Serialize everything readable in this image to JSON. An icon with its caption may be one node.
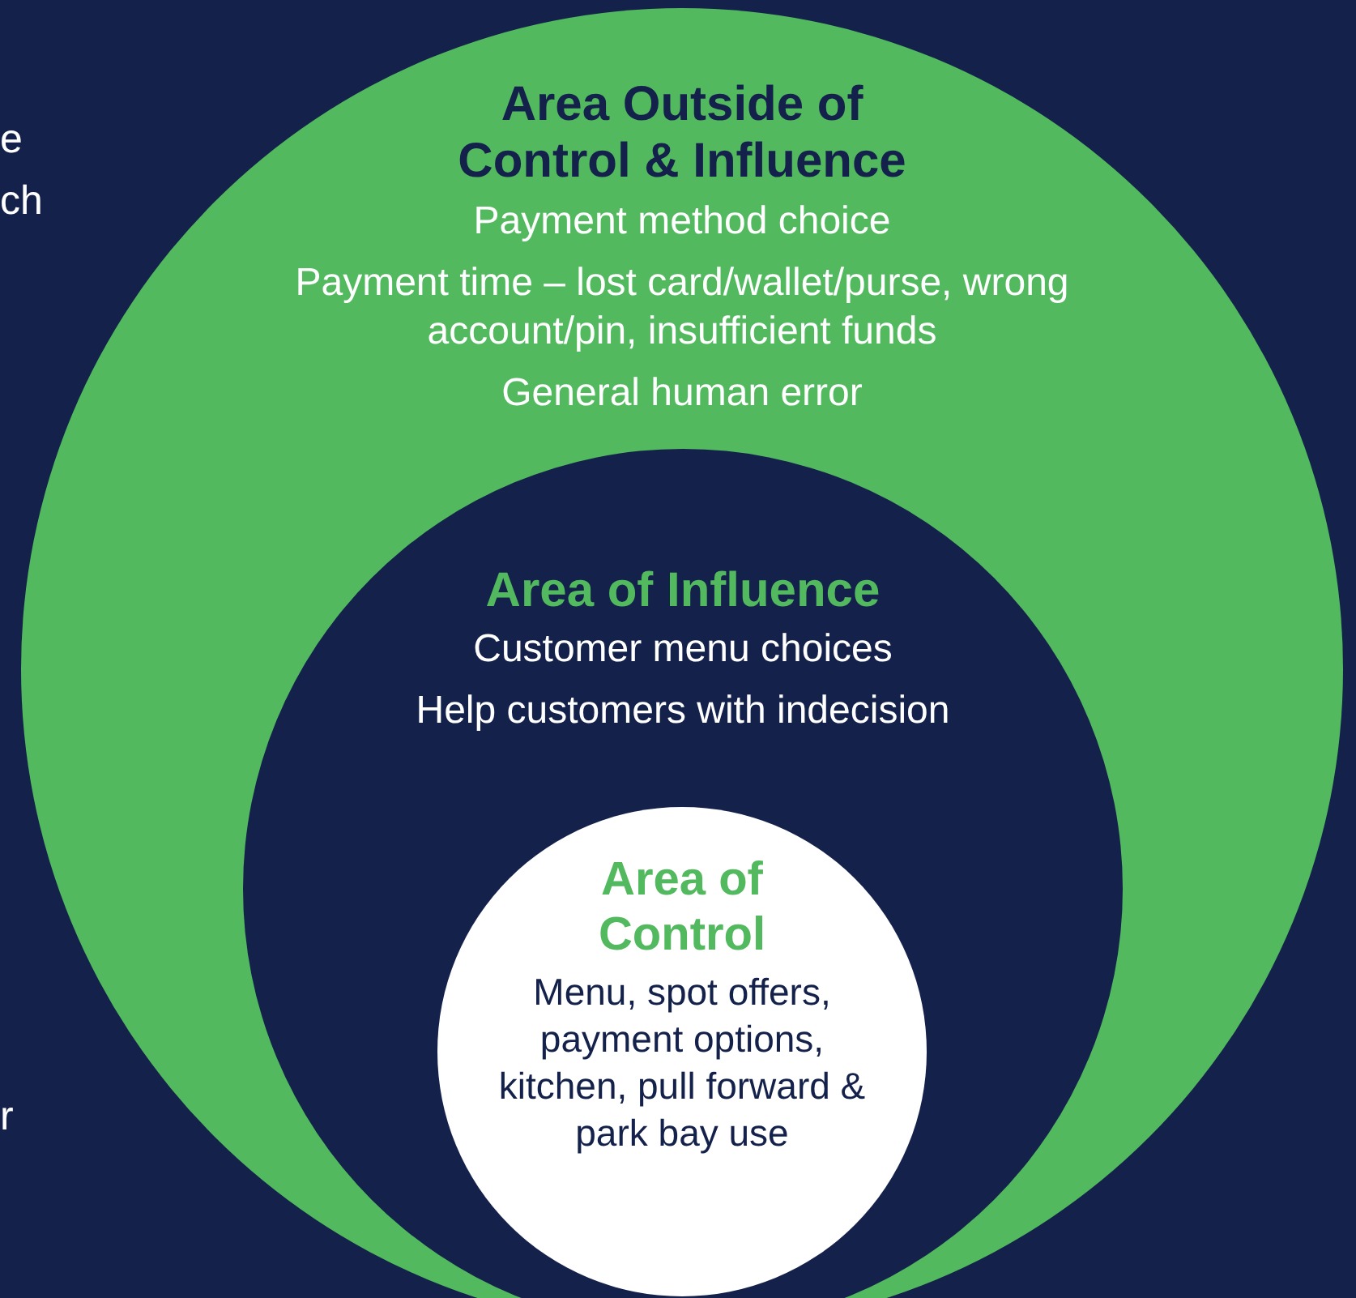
{
  "diagram": {
    "nodes": [
      {
        "text": [
          "Area Outside of Control & Influence",
          "Payment method choice",
          "Payment time – lost card/wallet/purse, wrong account/pin, insufficient funds",
          "General human error"
        ]
      },
      {
        "text": [
          "Area of Influence",
          "Customer menu choices",
          "Help customers with indecision"
        ],
        "in": 0
      },
      {
        "text": [
          "Area of Control",
          "Menu, spot offers, payment options, kitchen, pull forward & park bay use"
        ],
        "in": 1
      }
    ],
    "labels": [
      "e",
      "ch",
      "r"
    ]
  }
}
